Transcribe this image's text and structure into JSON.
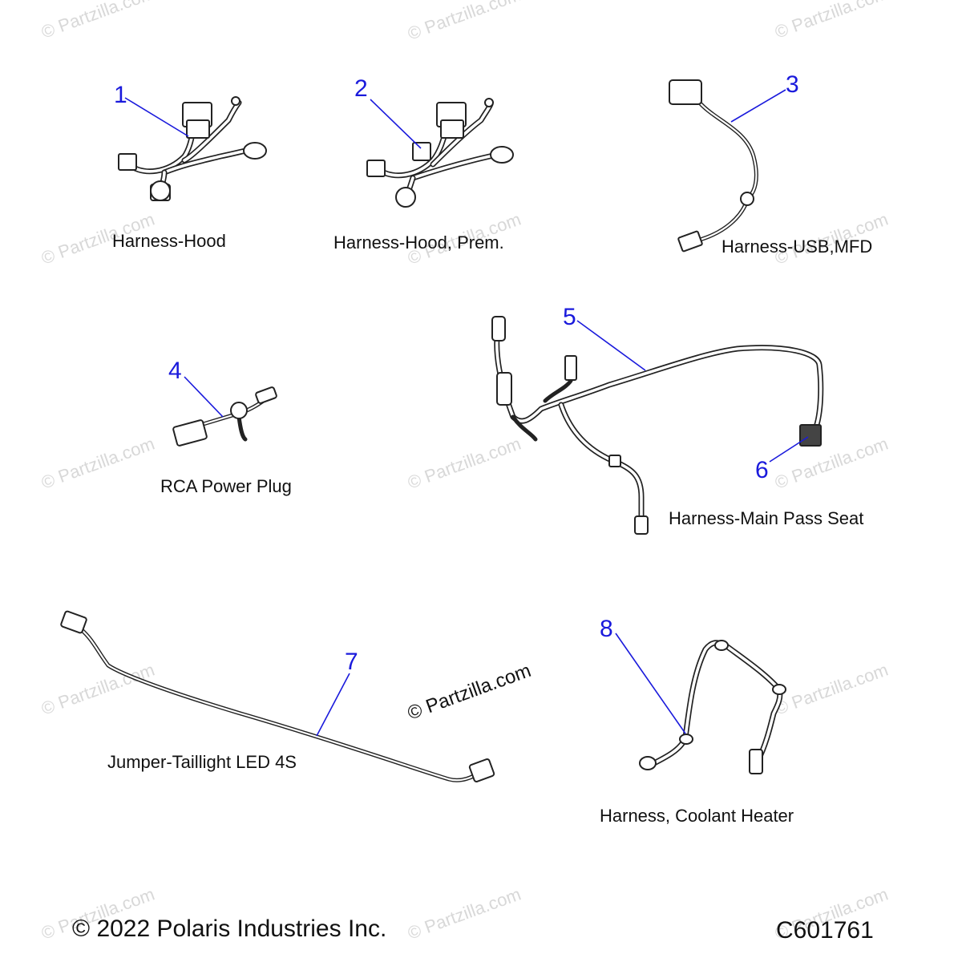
{
  "watermark": {
    "text": "© Partzilla.com",
    "prominent_text": "© Partzilla.com"
  },
  "parts": [
    {
      "number": "1",
      "caption": "Harness-Hood"
    },
    {
      "number": "2",
      "caption": "Harness-Hood, Prem."
    },
    {
      "number": "3",
      "caption": "Harness-USB,MFD"
    },
    {
      "number": "4",
      "caption": "RCA Power Plug"
    },
    {
      "number": "5",
      "caption": "Harness-Main Pass Seat"
    },
    {
      "number": "6",
      "caption": ""
    },
    {
      "number": "7",
      "caption": "Jumper-Taillight LED 4S"
    },
    {
      "number": "8",
      "caption": "Harness, Coolant Heater"
    }
  ],
  "footer": {
    "copyright": "© 2022 Polaris Industries Inc.",
    "code": "C601761"
  },
  "colors": {
    "callout": "#1a1adc",
    "line": "#222222",
    "watermark": "#d8d8d8"
  }
}
